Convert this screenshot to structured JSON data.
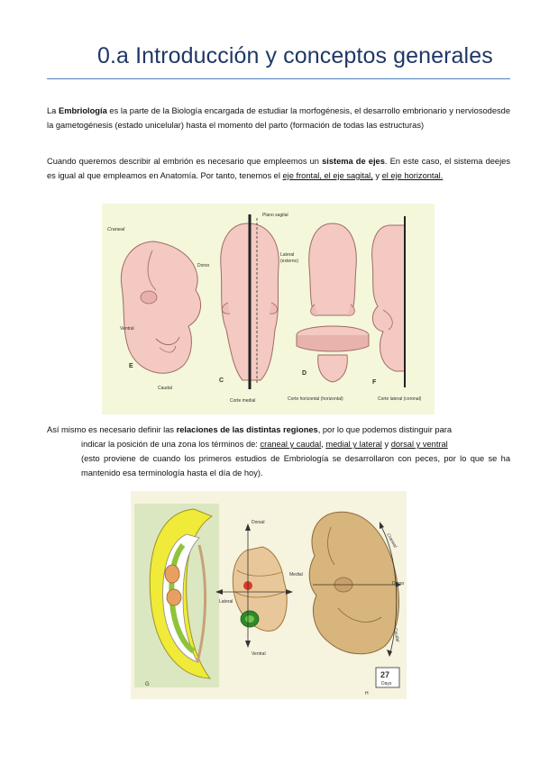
{
  "heading": "0.a Introducción y conceptos generales",
  "p1": {
    "s1": "La ",
    "b1": "Embriología",
    "s2": " es la parte de la Biología encargada de estudiar la morfogénesis, el desarrollo embrionario y nerviosodesde la gametogénesis (estado unicelular) hasta el momento del parto (formación de todas las estructuras)"
  },
  "p2": {
    "s1": "Cuando queremos describir al embrión es necesario que empleemos un ",
    "b1": "sistema de ejes",
    "s2": ". En este caso, el sistema deejes es igual al que empleamos en Anatomía. Por tanto, tenemos el ",
    "u1": "eje frontal, el eje sagital,",
    "s3": " y ",
    "u2": "el eje horizontal."
  },
  "p3": {
    "s1": "Así mismo es necesario definir las ",
    "b1": "relaciones de las distintas regiones",
    "s2": ", por lo que podemos distinguir para",
    "s3": "indicar la posición de una zona los términos de: ",
    "u1": "craneal y caudal",
    "s4": ", ",
    "u2": "medial y lateral",
    "s5": " y ",
    "u3": "dorsal y ventral",
    "s6": "(esto proviene de cuando los primeros estudios de Embriología se desarrollaron con peces, por lo que se ha mantenido esa terminología hasta el día de hoy)."
  },
  "figure1": {
    "labels": {
      "craneal": "Craneal",
      "dorso": "Dorso",
      "ventral": "Ventral",
      "caudal": "Caudal",
      "e": "E",
      "c": "C",
      "d": "D",
      "plano_sagital": "Plano sagital",
      "lateral": "Lateral",
      "lateral2": "(externo)",
      "corte_medial": "Corte medial",
      "corte_horizontal": "Corte horizontal (horizontal)",
      "corte_lateral": "Corte lateral (coronal)"
    }
  },
  "figure2": {
    "labels": {
      "dorsal": "Dorsal",
      "ventral": "Ventral",
      "medial": "Medial",
      "lateral": "Lateral",
      "craneal": "Craneal",
      "dorso": "Dorso",
      "caudal": "Caudal",
      "g": "G",
      "days_num": "27",
      "days": "Days",
      "h": "H"
    }
  },
  "colors": {
    "heading": "#1f3864",
    "rule": "#4f81bd",
    "embryo": "#f3c9c2",
    "brain": "#d8b57c",
    "yellow": "#f0ea38",
    "green": "#8fc43a"
  }
}
